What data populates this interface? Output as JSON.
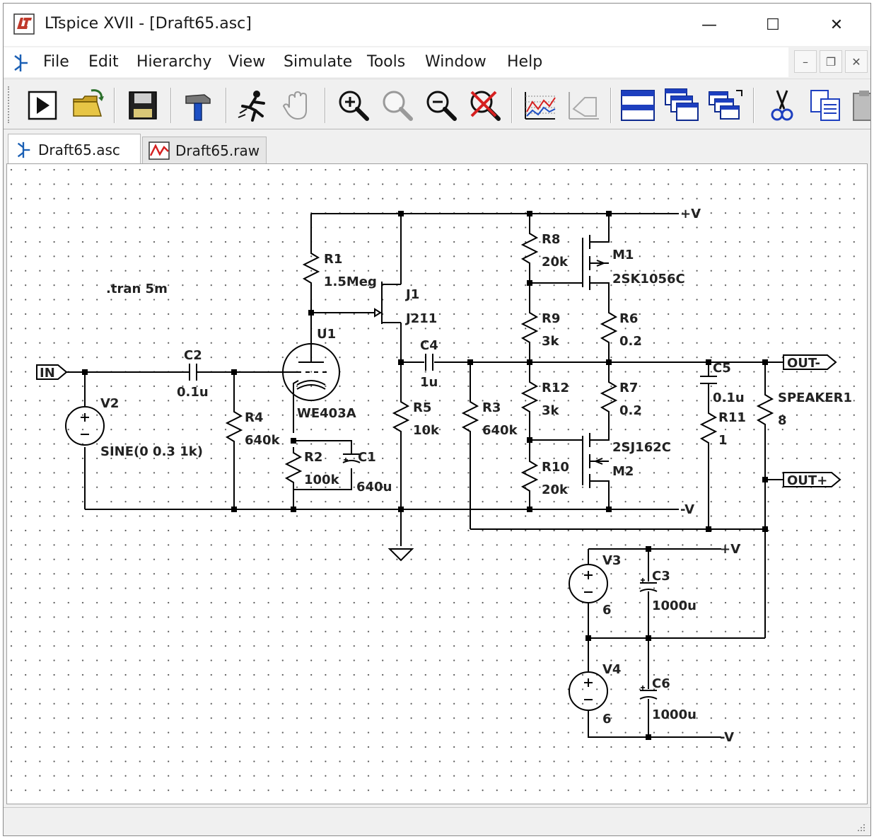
{
  "window": {
    "title": "LTspice XVII - [Draft65.asc]",
    "minimize_glyph": "—",
    "maximize_glyph": "☐",
    "close_glyph": "✕"
  },
  "menu": {
    "items": [
      {
        "id": "file",
        "label": "File"
      },
      {
        "id": "edit",
        "label": "Edit"
      },
      {
        "id": "hierarchy",
        "label": "Hierarchy"
      },
      {
        "id": "view",
        "label": "View"
      },
      {
        "id": "simulate",
        "label": "Simulate"
      },
      {
        "id": "tools",
        "label": "Tools"
      },
      {
        "id": "window",
        "label": "Window"
      },
      {
        "id": "help",
        "label": "Help"
      }
    ],
    "mdi_minimize": "–",
    "mdi_restore": "❐",
    "mdi_close": "✕"
  },
  "toolbar": {
    "buttons": [
      "run-icon",
      "open-folder-icon",
      "save-icon",
      "control-panel-hammer-icon",
      "halt-runner-icon",
      "pan-hand-icon",
      "zoom-in-icon",
      "zoom-full-icon",
      "zoom-out-icon",
      "zoom-cancel-icon",
      "waveform-plot-icon",
      "autorange-icon",
      "tile-horizontal-icon",
      "cascade-icon",
      "tile-vertical-icon",
      "cut-icon",
      "copy-icon",
      "paste-icon"
    ]
  },
  "tabs": [
    {
      "id": "schematic",
      "label": "Draft65.asc",
      "active": true
    },
    {
      "id": "waveform",
      "label": "Draft65.raw",
      "active": false
    }
  ],
  "schematic": {
    "directive": ".tran 5m",
    "ports": {
      "in": "IN",
      "out_minus": "OUT-",
      "out_plus": "OUT+"
    },
    "supply_labels": {
      "vplus_top": "+V",
      "vminus_mid": "-V",
      "vplus_bot": "+V",
      "vminus_bot": "-V"
    },
    "components": [
      {
        "ref": "R1",
        "value": "1.5Meg"
      },
      {
        "ref": "J1",
        "value": "J211"
      },
      {
        "ref": "U1",
        "value": "WE403A"
      },
      {
        "ref": "C2",
        "value": "0.1u"
      },
      {
        "ref": "V2",
        "value": "SINE(0 0.3 1k)"
      },
      {
        "ref": "R4",
        "value": "640k"
      },
      {
        "ref": "R2",
        "value": "100k"
      },
      {
        "ref": "C1",
        "value": "640u"
      },
      {
        "ref": "C4",
        "value": "1u"
      },
      {
        "ref": "R5",
        "value": "10k"
      },
      {
        "ref": "R3",
        "value": "640k"
      },
      {
        "ref": "R8",
        "value": "20k"
      },
      {
        "ref": "R9",
        "value": "3k"
      },
      {
        "ref": "R12",
        "value": "3k"
      },
      {
        "ref": "R10",
        "value": "20k"
      },
      {
        "ref": "M1",
        "value": "2SK1056C"
      },
      {
        "ref": "M2",
        "value": "2SJ162C"
      },
      {
        "ref": "R6",
        "value": "0.2"
      },
      {
        "ref": "R7",
        "value": "0.2"
      },
      {
        "ref": "C5",
        "value": "0.1u"
      },
      {
        "ref": "R11",
        "value": "1"
      },
      {
        "ref": "SPEAKER1",
        "value": "8"
      },
      {
        "ref": "V3",
        "value": "6"
      },
      {
        "ref": "C3",
        "value": "1000u"
      },
      {
        "ref": "V4",
        "value": "6"
      },
      {
        "ref": "C6",
        "value": "1000u"
      }
    ]
  }
}
